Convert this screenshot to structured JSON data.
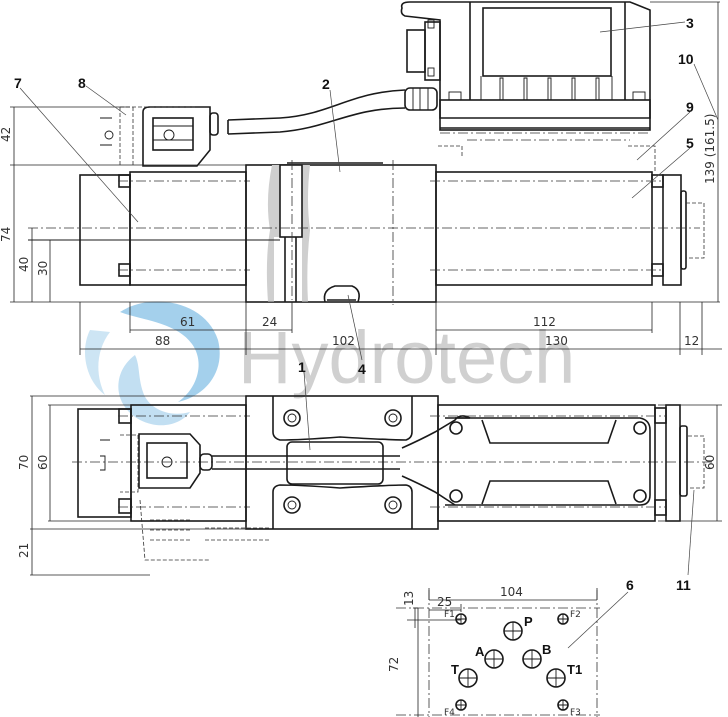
{
  "title": "Valve dimensional drawing",
  "watermark": {
    "text": "Hydrotech",
    "colors": {
      "logo_blue": "#5aa9dc",
      "text_grey": "#c8c8c8"
    }
  },
  "callouts": {
    "c1": "1",
    "c2": "2",
    "c3": "3",
    "c4": "4",
    "c5": "5",
    "c6": "6",
    "c7": "7",
    "c8": "8",
    "c9": "9",
    "c10": "10",
    "c11": "11"
  },
  "dimensions": {
    "side_view": {
      "h42": "42",
      "h74": "74",
      "h40": "40",
      "h30": "30",
      "overall_height": "139 (161.5)",
      "w61": "61",
      "w24": "24",
      "w88": "88",
      "w102": "102",
      "w112": "112",
      "w130": "130",
      "w12": "12"
    },
    "top_view": {
      "h70": "70",
      "h60_left": "60",
      "h21": "21",
      "h60_right": "60"
    },
    "port_pattern": {
      "w104": "104",
      "w25": "25",
      "h13": "13",
      "h72": "72"
    }
  },
  "ports": {
    "P": "P",
    "A": "A",
    "B": "B",
    "T": "T",
    "T1": "T1",
    "F1": "F1",
    "F2": "F2",
    "F3": "F3",
    "F4": "F4"
  }
}
